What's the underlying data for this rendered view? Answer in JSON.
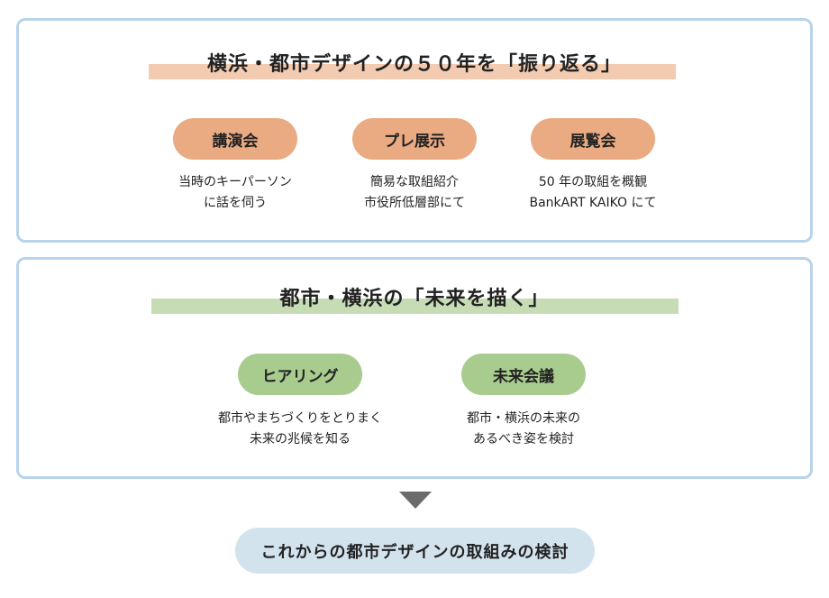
{
  "section1": {
    "title": "横浜・都市デザインの５０年を「振り返る」",
    "items": [
      {
        "label": "講演会",
        "desc": [
          "当時のキーパーソン",
          "に話を伺う"
        ]
      },
      {
        "label": "プレ展示",
        "desc": [
          "簡易な取組紹介",
          "市役所低層部にて"
        ]
      },
      {
        "label": "展覧会",
        "desc": [
          "50 年の取組を概観",
          "BankART KAIKO にて"
        ]
      }
    ]
  },
  "section2": {
    "title": "都市・横浜の「未来を描く」",
    "items": [
      {
        "label": "ヒアリング",
        "desc": [
          "都市やまちづくりをとりまく",
          "未来の兆候を知る"
        ]
      },
      {
        "label": "未来会議",
        "desc": [
          "都市・横浜の未来の",
          "あるべき姿を検討"
        ]
      }
    ]
  },
  "result": {
    "label": "これからの都市デザインの取組みの検討"
  },
  "colors": {
    "orange": "#eaaa82",
    "peach": "#f3cbb0",
    "green": "#a8cb8e",
    "lightgreen": "#c6dcb5",
    "border": "#b8d4ea",
    "result": "#d3e3ee",
    "arrow": "#6b6b6b"
  }
}
